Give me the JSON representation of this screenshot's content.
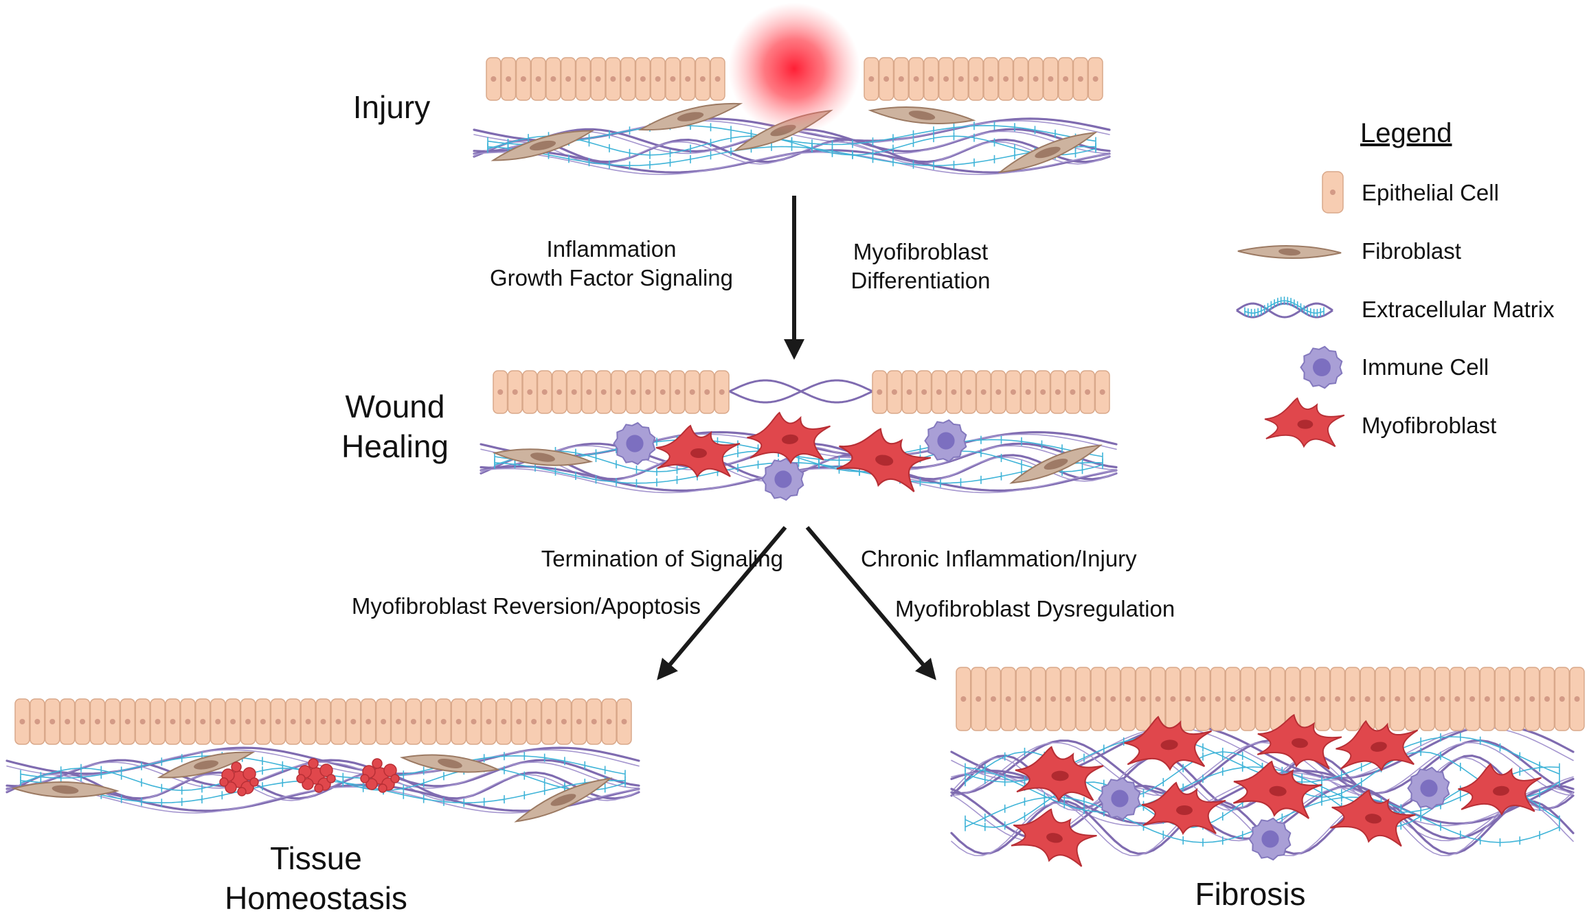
{
  "stages": {
    "injury": "Injury",
    "wound_healing_line1": "Wound",
    "wound_healing_line2": "Healing",
    "homeostasis_line1": "Tissue",
    "homeostasis_line2": "Homeostasis",
    "fibrosis": "Fibrosis"
  },
  "arrows": {
    "top_left_line1": "Inflammation",
    "top_left_line2": "Growth Factor Signaling",
    "top_right_line1": "Myofibroblast",
    "top_right_line2": "Differentiation",
    "left_line1": "Termination of Signaling",
    "left_line2": "Myofibroblast Reversion/Apoptosis",
    "right_line1": "Chronic Inflammation/Injury",
    "right_line2": "Myofibroblast Dysregulation"
  },
  "legend": {
    "title": "Legend",
    "items": [
      {
        "label": "Epithelial Cell",
        "icon": "epithelial-cell-icon"
      },
      {
        "label": "Fibroblast",
        "icon": "fibroblast-icon"
      },
      {
        "label": "Extracellular Matrix",
        "icon": "ecm-icon"
      },
      {
        "label": "Immune Cell",
        "icon": "immune-cell-icon"
      },
      {
        "label": "Myofibroblast",
        "icon": "myofibroblast-icon"
      }
    ]
  },
  "colors": {
    "epithelial_fill": "#f7cdb2",
    "epithelial_stroke": "#d9a88a",
    "fibroblast_fill": "#cdb39f",
    "fibroblast_stroke": "#9c7a63",
    "ecm_fiber": "#7f6bb0",
    "ecm_fringe": "#3fb4d8",
    "immune_fill": "#a99fd6",
    "myofibroblast_fill": "#e0474c",
    "injury_glow": "#ff2a3a",
    "arrow": "#1a1a1a"
  }
}
